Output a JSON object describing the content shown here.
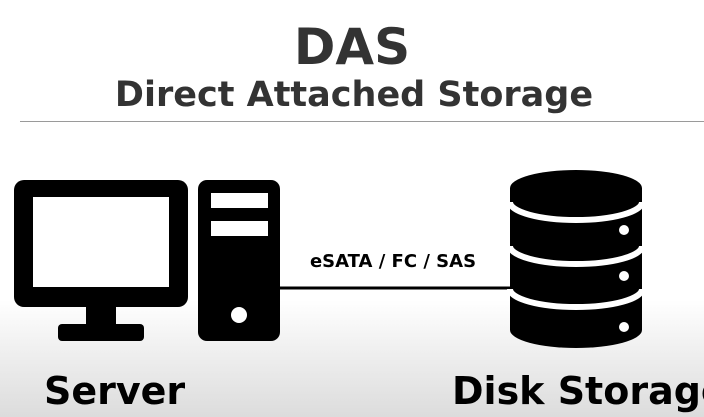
{
  "header": {
    "title": "DAS",
    "subtitle": "Direct Attached Storage"
  },
  "connection": {
    "label": "eSATA / FC / SAS"
  },
  "nodes": {
    "server": {
      "label": "Server",
      "icon": "computer-icon"
    },
    "storage": {
      "label": "Disk Storage",
      "icon": "database-icon"
    }
  },
  "colors": {
    "title_text": "#333333",
    "icon_fill": "#000000",
    "background": "#ffffff"
  }
}
